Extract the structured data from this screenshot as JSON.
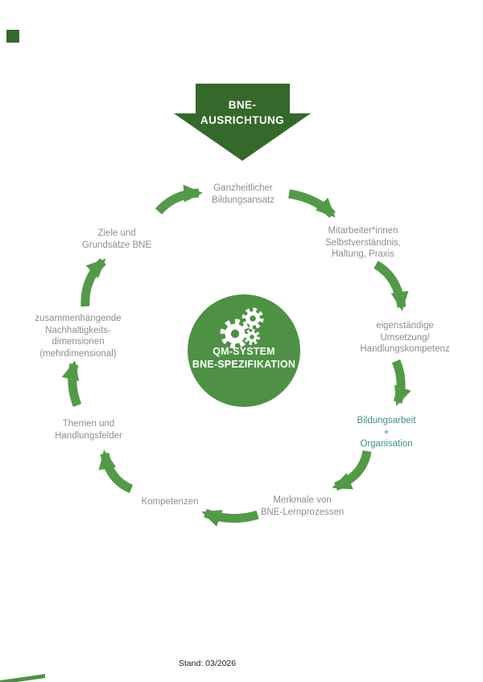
{
  "title": "BNE-Zyklus Diagramm",
  "colors": {
    "dark_green": "#35682b",
    "circle_green": "#4e9145",
    "arrow_green": "#529a47",
    "label_gray": "#8e8e8e",
    "teal": "#3f8f88",
    "footer_text": "#1d1d1b"
  },
  "top_arrow": {
    "lines": [
      "BNE-",
      "AUSRICHTUNG"
    ]
  },
  "center_circle": {
    "icon": "gears-icon",
    "lines": [
      "QM-SYSTEM",
      "BNE-SPEZIFIKATION"
    ]
  },
  "cycle_labels": [
    {
      "name": "ganzheitlicher-bildungsansatz",
      "color": "gray",
      "lines": [
        "Ganzheitlicher",
        "Bildungsansatz"
      ]
    },
    {
      "name": "mitarbeiterinnen",
      "color": "gray",
      "lines": [
        "Mitarbeiter*innen",
        "Selbstverständnis,",
        "Haltung, Praxis"
      ]
    },
    {
      "name": "eigenstaendige-umsetzung",
      "color": "gray",
      "lines": [
        "eigenständige",
        "Umsetzung/",
        "Handlungskompetenz"
      ]
    },
    {
      "name": "bildungsarbeit-organisation",
      "color": "teal",
      "lines": [
        "Bildungsarbeit",
        "+",
        "Organisation"
      ]
    },
    {
      "name": "merkmale-bne-lernprozesse",
      "color": "gray",
      "lines": [
        "Merkmale von",
        "BNE-Lernprozessen"
      ]
    },
    {
      "name": "kompetenzen",
      "color": "gray",
      "lines": [
        "Kompetenzen"
      ]
    },
    {
      "name": "themen-handlungsfelder",
      "color": "gray",
      "lines": [
        "Themen und",
        "Handlungsfelder"
      ]
    },
    {
      "name": "nachhaltigkeitsdimensionen",
      "color": "gray",
      "lines": [
        "zusammenhängende",
        "Nachhaltigkeits-",
        "dimensionen",
        "(mehrdimensional)"
      ]
    },
    {
      "name": "ziele-grundsaetze-bne",
      "color": "gray",
      "lines": [
        "Ziele und",
        "Grundsätze BNE"
      ]
    }
  ],
  "footer": {
    "text": "Stand: 03/2026"
  }
}
